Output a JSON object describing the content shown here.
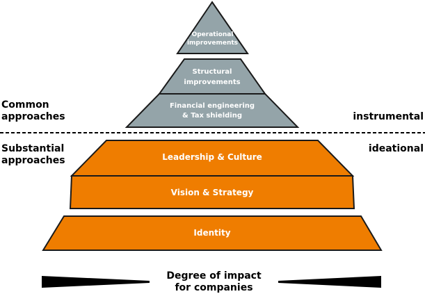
{
  "colors": {
    "gray": "#94a4a9",
    "orange": "#ef7d00",
    "outline": "#1a1a1a"
  },
  "pyramid_common": {
    "top": "Operational improvements",
    "middle": "Structural improvements",
    "bottom": "Financial engineering & Tax shielding",
    "top_lines": [
      "Operational",
      "improvements"
    ],
    "middle_lines": [
      "Structural",
      "improvements"
    ],
    "bottom_lines": [
      "Financial engineering",
      "& Tax shielding"
    ]
  },
  "pyramid_substantial": {
    "layers": [
      "Leadership & Culture",
      "Vision & Strategy",
      "Identity"
    ]
  },
  "left_labels": {
    "common": [
      "Common",
      "approaches"
    ],
    "substantial": [
      "Substantial",
      "approaches"
    ]
  },
  "right_labels": {
    "instrumental": "instrumental",
    "ideational": "ideational"
  },
  "footer": {
    "lines": [
      "Degree of impact",
      "for companies"
    ]
  }
}
